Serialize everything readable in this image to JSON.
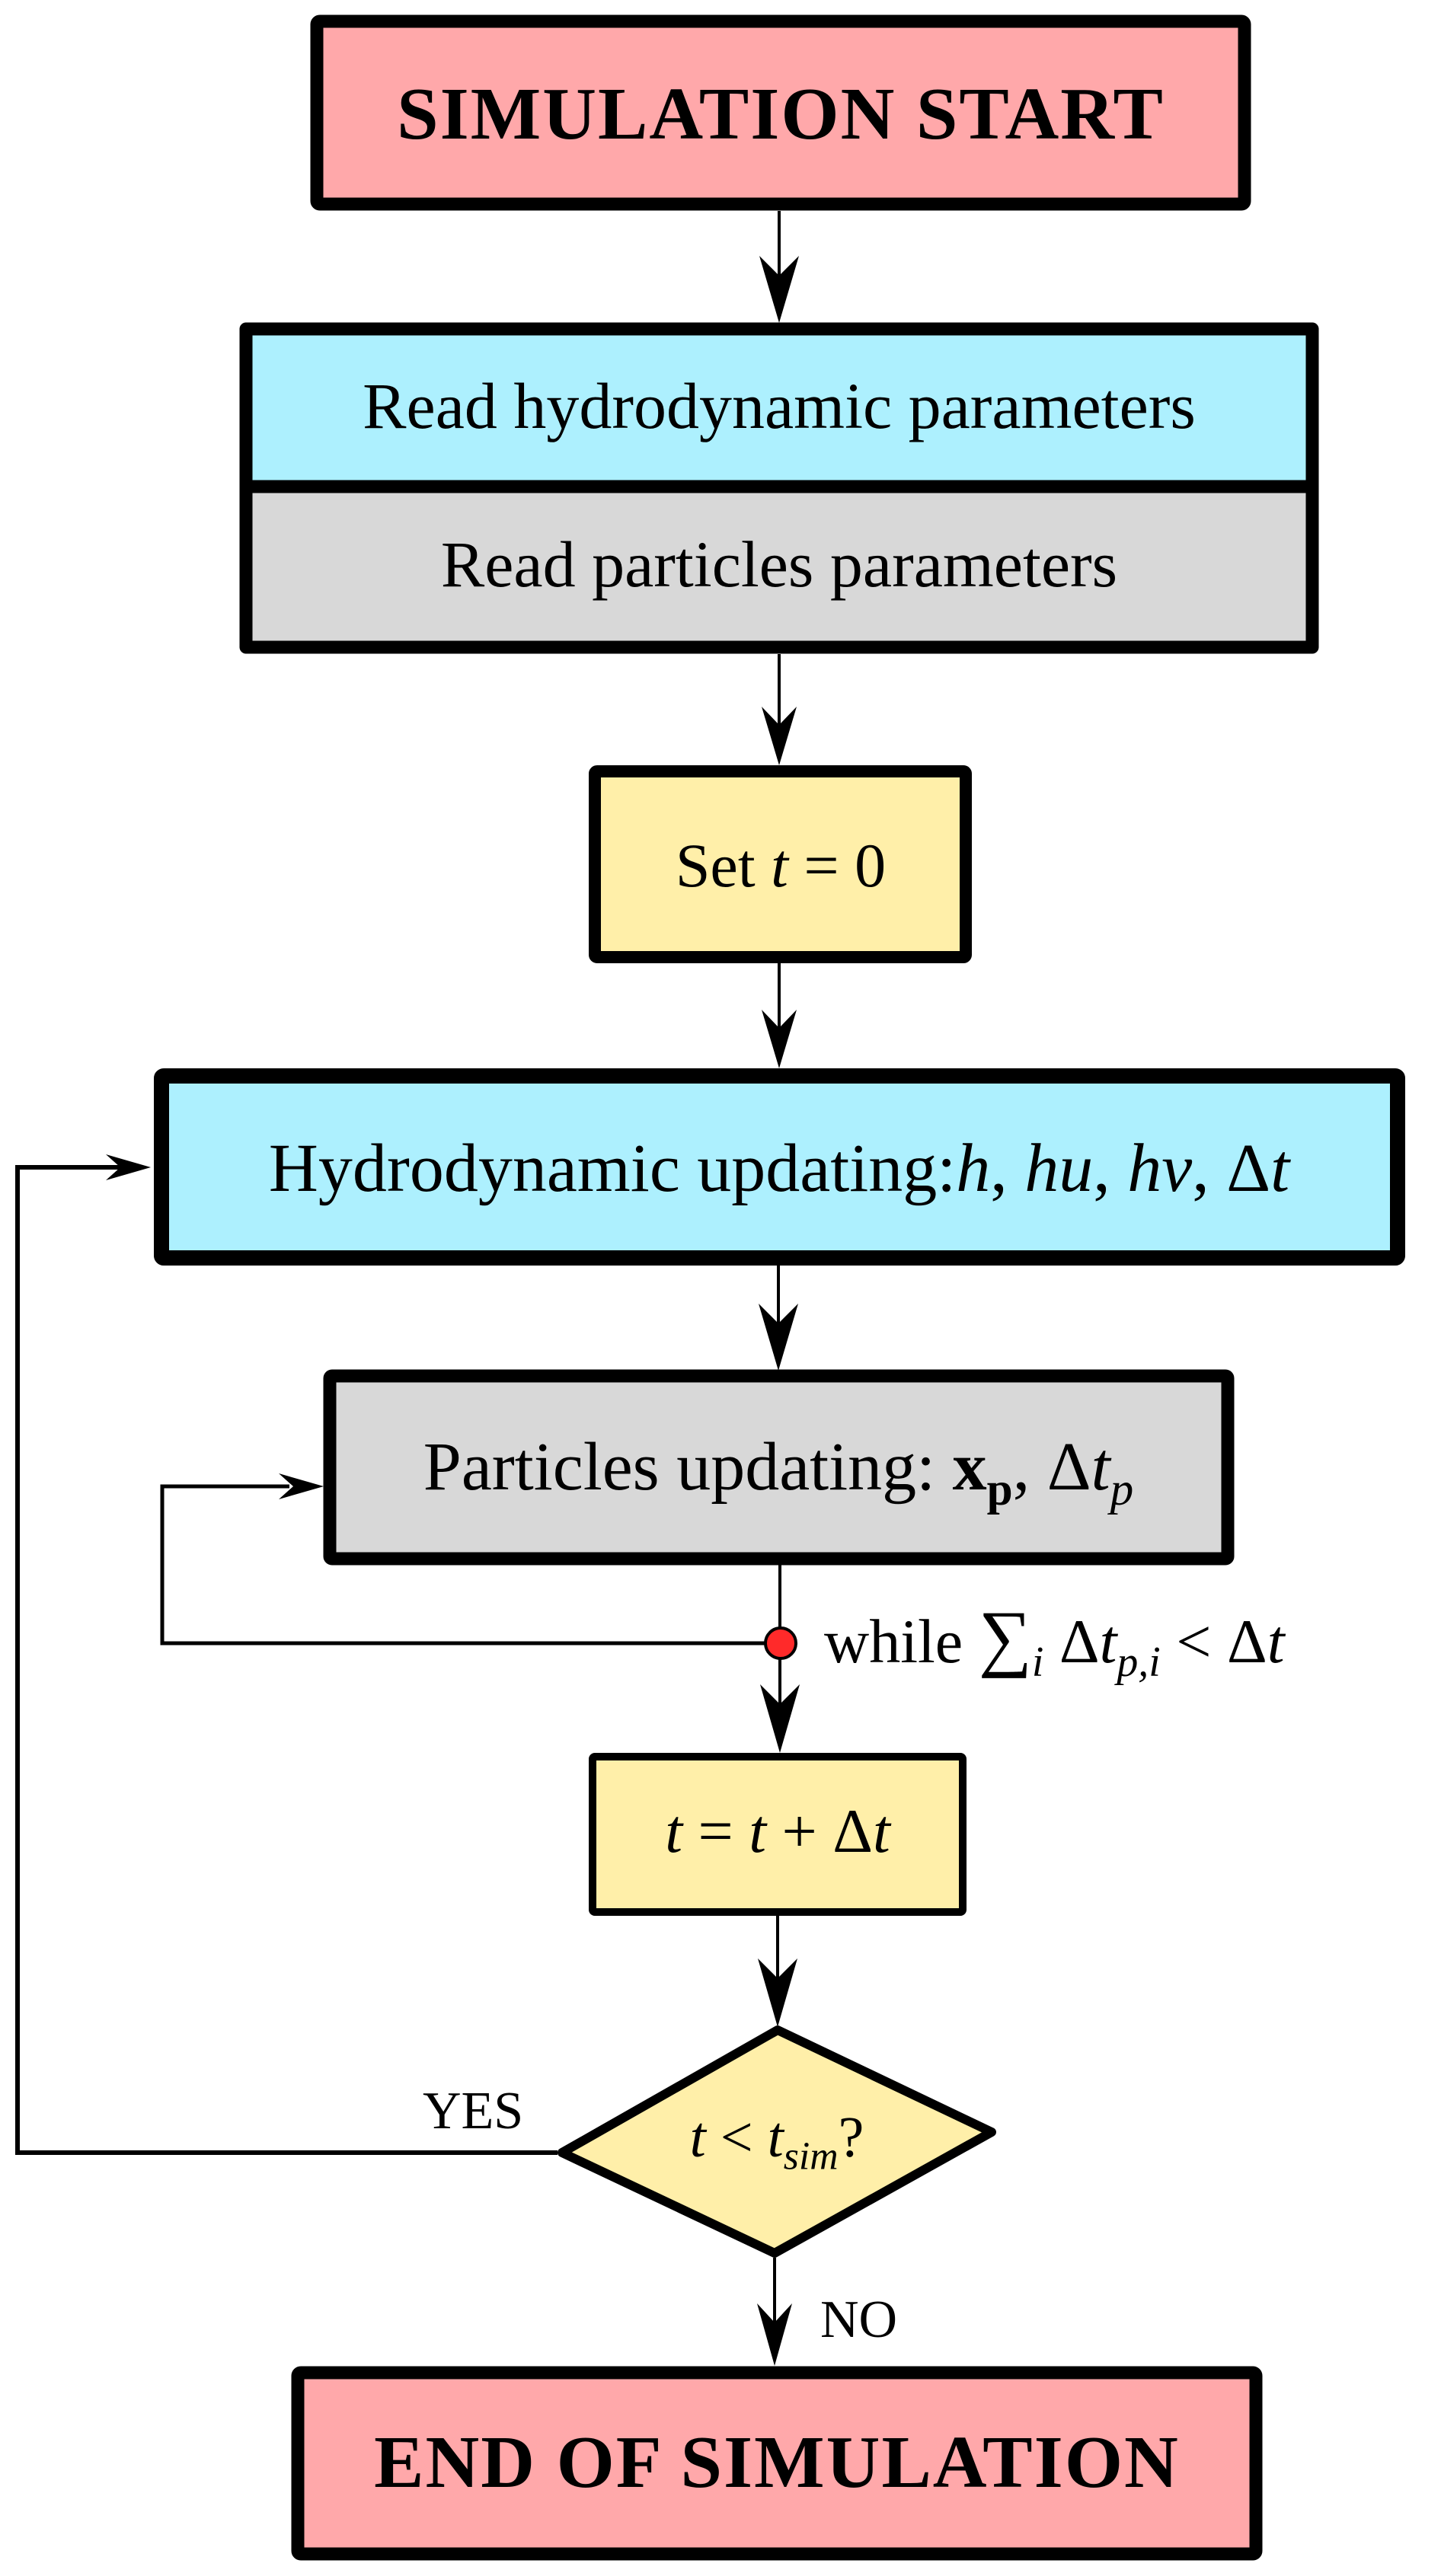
{
  "diagram": {
    "type": "flowchart",
    "colors": {
      "start_end": "#FFA8AA",
      "hydrodynamic": "#ADF0FE",
      "particles": "#D8D8D8",
      "time": "#FFEFA9",
      "loop_marker": "#FF2A2A",
      "stroke": "#000000"
    },
    "nodes": {
      "start": {
        "segments": [
          {
            "t": "SIMULATION START",
            "s": "bf"
          }
        ]
      },
      "read_hydro": {
        "segments": [
          {
            "t": "Read hydrodynamic parameters",
            "s": "rm"
          }
        ]
      },
      "read_particles": {
        "segments": [
          {
            "t": "Read particles parameters",
            "s": "rm"
          }
        ]
      },
      "set_time": {
        "segments": [
          {
            "t": "Set  ",
            "s": "rm"
          },
          {
            "t": "t",
            "s": "it"
          },
          {
            "t": " = 0",
            "s": "rm"
          }
        ]
      },
      "hydro_update": {
        "segments": [
          {
            "t": "Hydrodynamic updating:",
            "s": "rm"
          },
          {
            "t": "h",
            "s": "it"
          },
          {
            "t": ", ",
            "s": "rm"
          },
          {
            "t": "hu",
            "s": "it"
          },
          {
            "t": ", ",
            "s": "rm"
          },
          {
            "t": "hv",
            "s": "it"
          },
          {
            "t": ", Δ",
            "s": "rm"
          },
          {
            "t": "t",
            "s": "it"
          }
        ]
      },
      "particles_update": {
        "segments": [
          {
            "t": "Particles updating: ",
            "s": "rm"
          },
          {
            "t": "x",
            "s": "bf"
          },
          {
            "t": "p",
            "s": "bf-sub"
          },
          {
            "t": ", Δ",
            "s": "rm"
          },
          {
            "t": "t",
            "s": "it"
          },
          {
            "t": "p",
            "s": "it-sub"
          }
        ]
      },
      "time_advance": {
        "segments": [
          {
            "t": "t",
            "s": "it"
          },
          {
            "t": " = ",
            "s": "rm"
          },
          {
            "t": "t",
            "s": "it"
          },
          {
            "t": " + Δ",
            "s": "rm"
          },
          {
            "t": "t",
            "s": "it"
          }
        ]
      },
      "decision": {
        "segments": [
          {
            "t": "t",
            "s": "it"
          },
          {
            "t": " < ",
            "s": "rm"
          },
          {
            "t": "t",
            "s": "it"
          },
          {
            "t": "sim",
            "s": "it-sub"
          },
          {
            "t": "?",
            "s": "rm"
          }
        ]
      },
      "end": {
        "segments": [
          {
            "t": "END OF SIMULATION",
            "s": "bf"
          }
        ]
      }
    },
    "loop_condition": {
      "segments": [
        {
          "t": "while ",
          "s": "rm"
        },
        {
          "t": "∑",
          "s": "rm"
        },
        {
          "t": "i",
          "s": "it-sub"
        },
        {
          "t": " Δ",
          "s": "rm"
        },
        {
          "t": "t",
          "s": "it"
        },
        {
          "t": "p,i",
          "s": "it-sub"
        },
        {
          "t": " < Δ",
          "s": "rm"
        },
        {
          "t": "t",
          "s": "it"
        }
      ]
    },
    "edge_labels": {
      "yes": "YES",
      "no": "NO"
    }
  }
}
